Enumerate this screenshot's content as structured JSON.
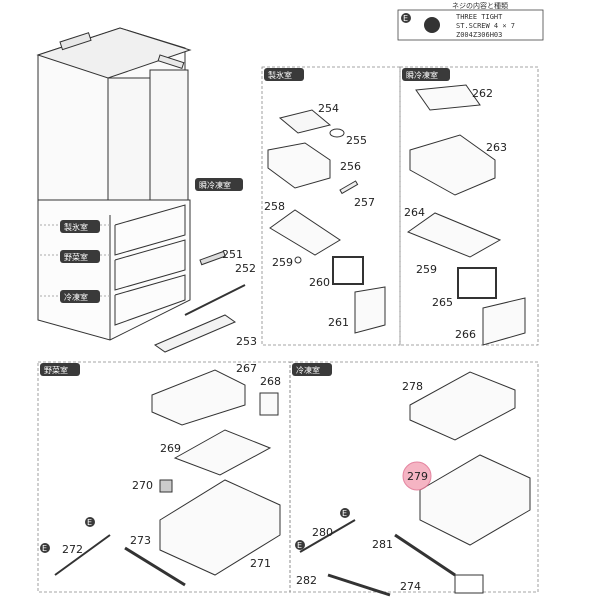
{
  "screw_box": {
    "header_partial": "ネジの内容と種類",
    "line1": "THREE TIGHT",
    "line2": "ST.SCREW 4 × 7",
    "line3": "Z004Z306H03"
  },
  "fridge_labels": {
    "ice": "製氷室",
    "vegetable": "野菜室",
    "freezer": "冷凍室",
    "quick_freeze": "瞬冷凍室"
  },
  "sections": {
    "ice": "製氷室",
    "quick_freeze": "瞬冷凍室",
    "vegetable": "野菜室",
    "freezer": "冷凍室"
  },
  "parts": {
    "p251": "251",
    "p252": "252",
    "p253": "253",
    "p254": "254",
    "p255": "255",
    "p256": "256",
    "p257": "257",
    "p258": "258",
    "p259a": "259",
    "p259b": "259",
    "p260": "260",
    "p261": "261",
    "p262": "262",
    "p263": "263",
    "p264": "264",
    "p265": "265",
    "p266": "266",
    "p267": "267",
    "p268": "268",
    "p269": "269",
    "p270": "270",
    "p271": "271",
    "p272": "272",
    "p273": "273",
    "p274": "274",
    "p278": "278",
    "p279": "279",
    "p280": "280",
    "p281": "281",
    "p282": "282"
  },
  "colors": {
    "highlight": "#f4a7b9",
    "highlight_stroke": "#e07090",
    "tag": "#3a3a3a"
  }
}
